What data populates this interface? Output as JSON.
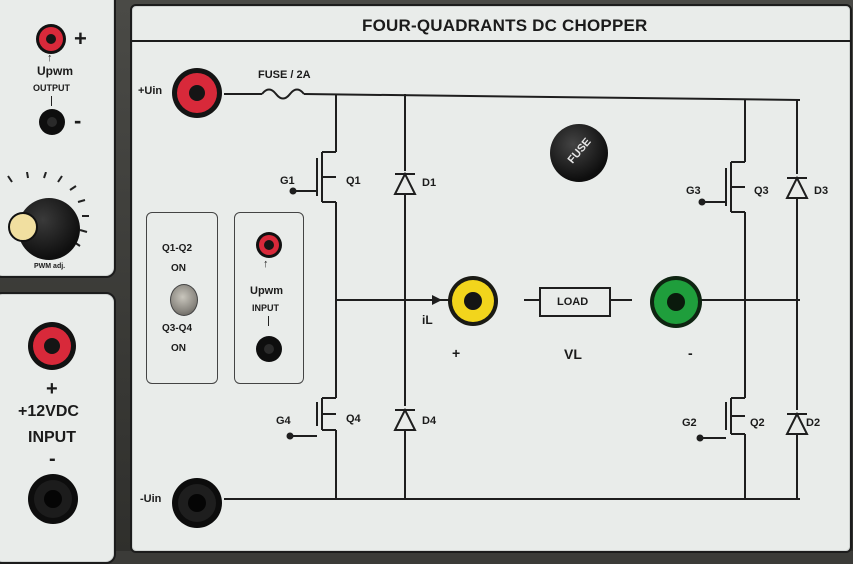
{
  "main_panel": {
    "title": "FOUR-QUADRANTS DC CHOPPER",
    "vin_pos": "+Uin",
    "vin_neg": "-Uin",
    "fuse_label": "FUSE / 2A",
    "fuse_holder_label": "FUSE",
    "q1": "Q1",
    "q2": "Q2",
    "q3": "Q3",
    "q4": "Q4",
    "d1": "D1",
    "d2": "D2",
    "d3": "D3",
    "d4": "D4",
    "g1": "G1",
    "g2": "G2",
    "g3": "G3",
    "g4": "G4",
    "il": "iL",
    "load": "LOAD",
    "vl": "VL",
    "plus": "+",
    "minus": "-",
    "switch_top_1": "Q1-Q2",
    "switch_top_2": "ON",
    "switch_bot_1": "Q3-Q4",
    "switch_bot_2": "ON",
    "upwm_in": "Upwm",
    "upwm_in_sub": "INPUT"
  },
  "pwm_panel": {
    "plus": "+",
    "minus": "-",
    "upwm": "Upwm",
    "output": "OUTPUT",
    "knob_label": "PWM adj."
  },
  "power_panel": {
    "plus": "+",
    "voltage": "+12VDC",
    "input": "INPUT",
    "minus": "-"
  },
  "colors": {
    "jack_red": "#d8293a",
    "jack_yellow": "#f2d51c",
    "jack_green": "#1f9e3c",
    "jack_black": "#111111"
  }
}
